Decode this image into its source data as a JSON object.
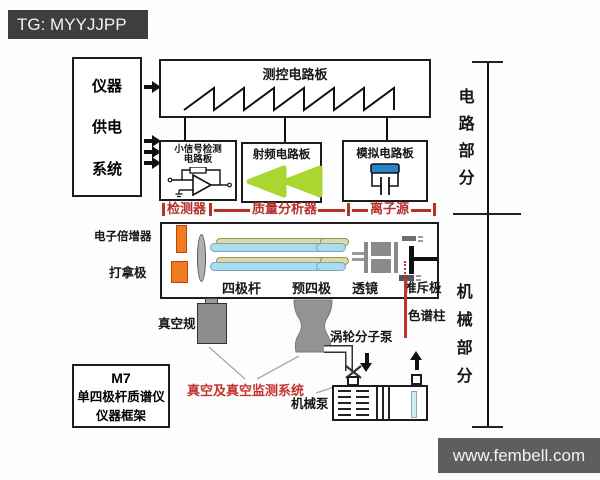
{
  "watermarks": {
    "top_left": "TG: MYYJJPP",
    "bottom_right": "www.fembell.com"
  },
  "power_box": {
    "line1": "仪器",
    "line2": "供电",
    "line3": "系统"
  },
  "circuit_boards": {
    "control_board": "测控电路板",
    "signal_board_line1": "小信号检测",
    "signal_board_line2": "电路板",
    "rf_board": "射频电路板",
    "analog_board": "模拟电路板"
  },
  "component_row": {
    "detector": "检测器",
    "mass_analyzer": "质量分析器",
    "ion_source": "离子源"
  },
  "side_brackets": {
    "circuit": "电路部分",
    "mechanical": "机械部分"
  },
  "chamber": {
    "electron_multiplier": "电子倍增器",
    "dynode": "打拿极",
    "quadrupole": "四极杆",
    "pre_quadrupole": "预四极",
    "lens": "透镜",
    "repeller": "推斥极"
  },
  "vacuum": {
    "gauge": "真空规",
    "turbo_pump": "涡轮分子泵",
    "column": "色谱柱",
    "monitor_system": "真空及真空监测系统",
    "mechanical_pump": "机械泵"
  },
  "frame_box": {
    "line1": "M7",
    "line2": "单四极杆质谱仪",
    "line3": "仪器框架"
  },
  "colors": {
    "accent_red": "#b5312c",
    "orange": "#ef7d1f",
    "lime_green": "#a9d630",
    "cyan_rod": "#aadcec",
    "tan_rod": "#ded9a6",
    "resistor_blue": "#2585c7",
    "top_bar_gray": "#3e3e3e",
    "bottom_bar_gray": "#5e5e5e"
  }
}
